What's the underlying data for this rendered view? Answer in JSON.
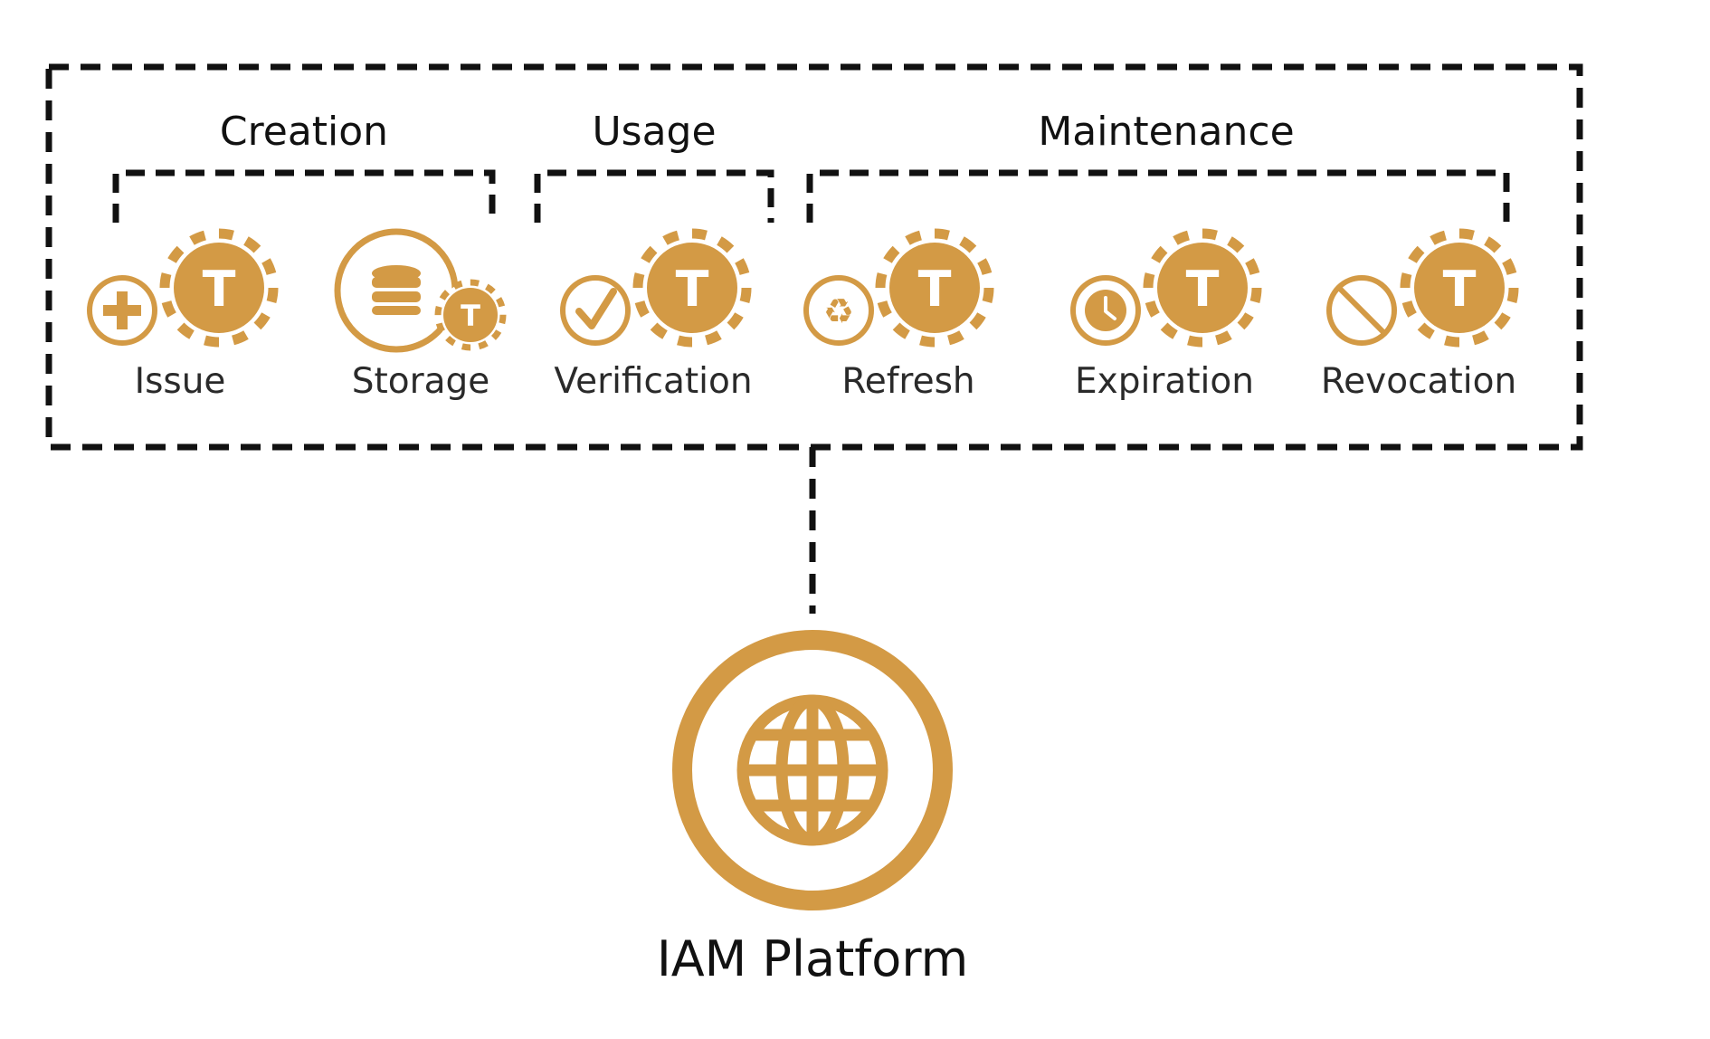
{
  "colors": {
    "accent": "#D39A45",
    "text": "#111111",
    "dashed_line": "#111111",
    "background": "#FFFFFF"
  },
  "groups": [
    {
      "title": "Creation"
    },
    {
      "title": "Usage"
    },
    {
      "title": "Maintenance"
    }
  ],
  "items": [
    {
      "label": "Issue",
      "token_letter": "T",
      "icon": "plus-circle-icon"
    },
    {
      "label": "Storage",
      "token_letter": "T",
      "icon": "database-icon"
    },
    {
      "label": "Verification",
      "token_letter": "T",
      "icon": "checkmark-circle-icon"
    },
    {
      "label": "Refresh",
      "token_letter": "T",
      "icon": "recycle-icon"
    },
    {
      "label": "Expiration",
      "token_letter": "T",
      "icon": "clock-icon"
    },
    {
      "label": "Revocation",
      "token_letter": "T",
      "icon": "prohibited-icon"
    }
  ],
  "platform": {
    "label": "IAM Platform",
    "icon": "globe-icon"
  }
}
